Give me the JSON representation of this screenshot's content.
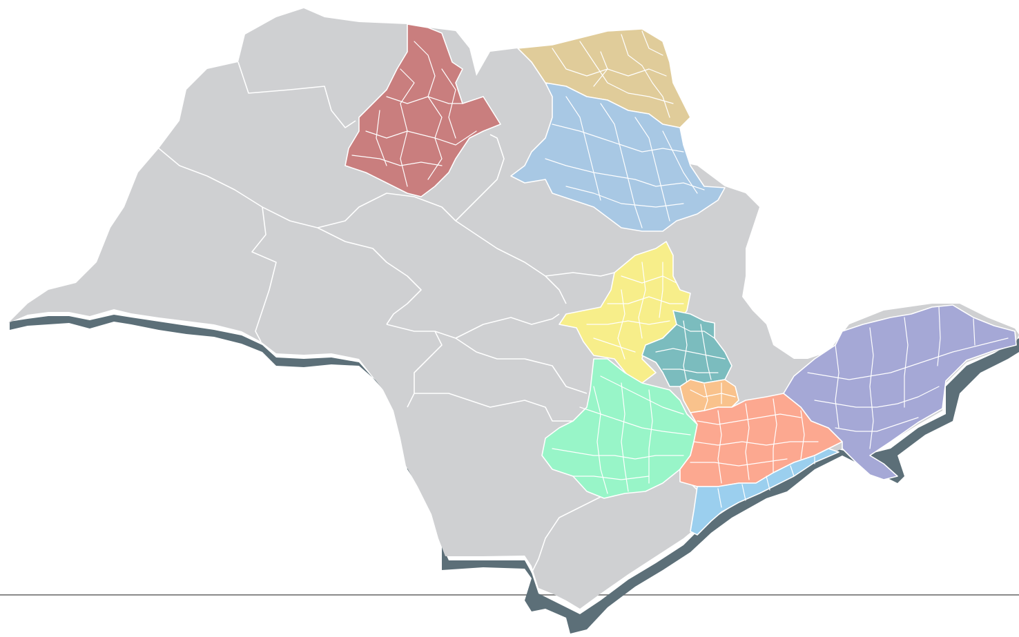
{
  "map": {
    "background": "#ffffff",
    "state_fill": "#cfd0d2",
    "shadow_color": "#5c6f78",
    "border_color": "#ffffff",
    "baseline_color": "#8a8a8a",
    "regions": [
      {
        "id": "north-west",
        "color": "#c97e7e"
      },
      {
        "id": "north-east-top",
        "color": "#e0cc9a"
      },
      {
        "id": "north-east-lower",
        "color": "#a8c8e4"
      },
      {
        "id": "center-yellow",
        "color": "#f7ee8a"
      },
      {
        "id": "center-teal",
        "color": "#7bbcbe"
      },
      {
        "id": "center-orange",
        "color": "#f9c28c"
      },
      {
        "id": "south-green",
        "color": "#98f5c8"
      },
      {
        "id": "metro-salmon",
        "color": "#fca890"
      },
      {
        "id": "east-violet",
        "color": "#a5a8d6"
      },
      {
        "id": "coast-blue",
        "color": "#9bcfee"
      }
    ]
  }
}
